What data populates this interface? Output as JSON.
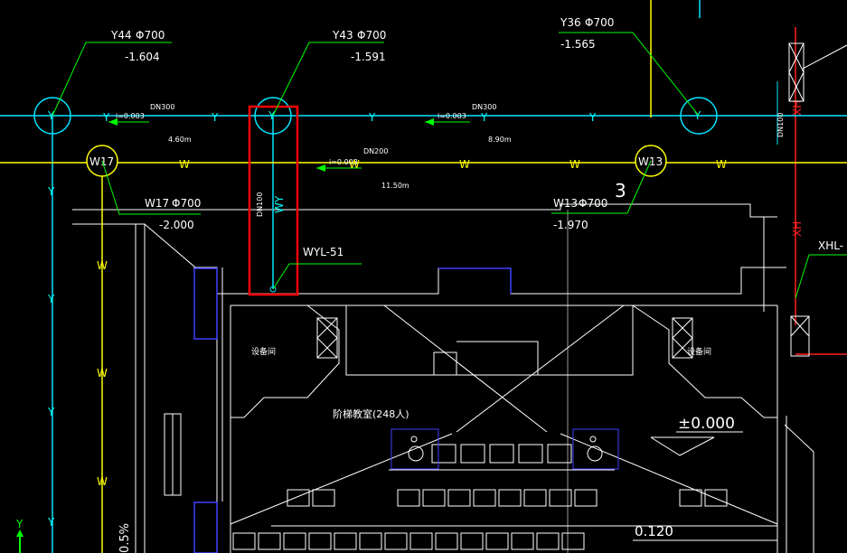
{
  "colors": {
    "background": "#000000",
    "storm_pipe": "#00e5ff",
    "sewage_pipe": "#ffff00",
    "fire_pipe": "#ff2020",
    "leader": "#00ff00",
    "wall": "#ffffff",
    "highlight": "#ff0000",
    "window": "#4040ff"
  },
  "icons": {
    "storm_manhole": "circle-y-icon",
    "sewage_manhole": "circle-w-icon",
    "wheelchair": "wheelchair-icon",
    "equipment": "equipment-box-icon",
    "ucs": "ucs-axis-icon"
  },
  "manholes": {
    "y44": {
      "id": "Y44",
      "dia": "Φ700",
      "elev": "-1.604"
    },
    "y43": {
      "id": "Y43",
      "dia": "Φ700",
      "elev": "-1.591"
    },
    "y36": {
      "id": "Y36",
      "dia": "Φ700",
      "elev": "-1.565"
    },
    "w17": {
      "tag": "W17",
      "id": "W17",
      "dia": "Φ700",
      "elev": "-2.000"
    },
    "w13": {
      "tag": "W13",
      "id": "W13",
      "dia": "Φ700",
      "elev": "-1.970"
    }
  },
  "pipes": {
    "storm": {
      "letter": "Y",
      "dn_a": "DN300",
      "dn_b": "DN300",
      "slope_a": "i=0.003",
      "slope_b": "i=0.003",
      "len_a": "4.60m",
      "len_b": "8.90m",
      "dn_right": "DN100"
    },
    "sewage": {
      "letter": "W",
      "dn": "DN200",
      "slope": "i=0.003",
      "len": "11.50m"
    },
    "riser": {
      "dn": "DN100",
      "letter": "WY",
      "tag": "WYL-51"
    },
    "fire": {
      "letter": "XH",
      "tag": "XHL-"
    }
  },
  "building": {
    "axis_number": "3",
    "room_left": "设备间",
    "room_right": "设备间",
    "hall": "阶梯教室(248人)",
    "elev_floor": "±0.000",
    "elev_low": "0.120",
    "slope_side": "0.5%"
  },
  "ucs": {
    "y_label": "Y"
  }
}
